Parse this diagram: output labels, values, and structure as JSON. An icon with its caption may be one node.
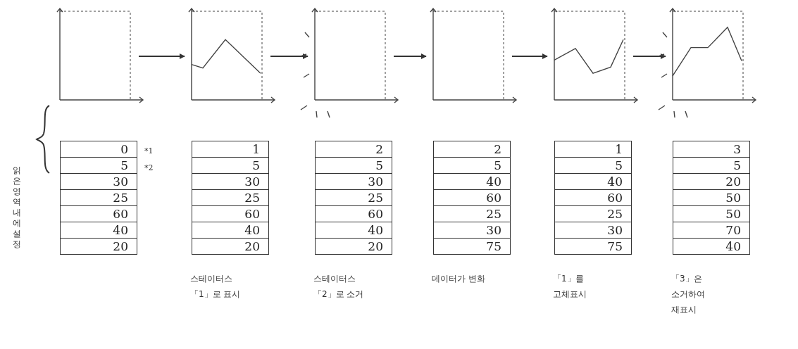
{
  "diagram": {
    "nodes": [
      {
        "text": [],
        "shape": "chart"
      },
      {
        "text": [],
        "shape": "chart"
      },
      {
        "text": [],
        "shape": "chart"
      },
      {
        "text": [],
        "shape": "chart"
      },
      {
        "text": [],
        "shape": "chart"
      },
      {
        "text": [],
        "shape": "chart"
      },
      {
        "text": [
          "0",
          "5",
          "30",
          "25",
          "60",
          "40",
          "20"
        ]
      },
      {
        "text": [
          "1",
          "5",
          "30",
          "25",
          "60",
          "40",
          "20"
        ],
        "beside": [
          "스테이터스 「1」로 표시"
        ]
      },
      {
        "text": [
          "2",
          "5",
          "30",
          "25",
          "60",
          "40",
          "20"
        ],
        "beside": [
          "스테이터스 「2」로 소거"
        ]
      },
      {
        "text": [
          "2",
          "5",
          "40",
          "60",
          "25",
          "30",
          "75"
        ],
        "beside": [
          "데이터가 변화"
        ]
      },
      {
        "text": [
          "1",
          "5",
          "40",
          "60",
          "25",
          "30",
          "75"
        ],
        "beside": [
          "「1」를 고체표시"
        ]
      },
      {
        "text": [
          "3",
          "5",
          "20",
          "50",
          "50",
          "70",
          "40"
        ],
        "beside": [
          "「3」은 소거하여 재표시"
        ]
      }
    ],
    "edges": [
      {
        "from": 0,
        "to": 1,
        "arrow": "to"
      },
      {
        "from": 1,
        "to": 2,
        "arrow": "to"
      },
      {
        "from": 2,
        "to": 3,
        "arrow": "to"
      },
      {
        "from": 3,
        "to": 4,
        "arrow": "to"
      },
      {
        "from": 4,
        "to": 5,
        "arrow": "to"
      }
    ],
    "labels": [
      "읽은 영역내에 설정",
      "*1",
      "*2"
    ]
  }
}
